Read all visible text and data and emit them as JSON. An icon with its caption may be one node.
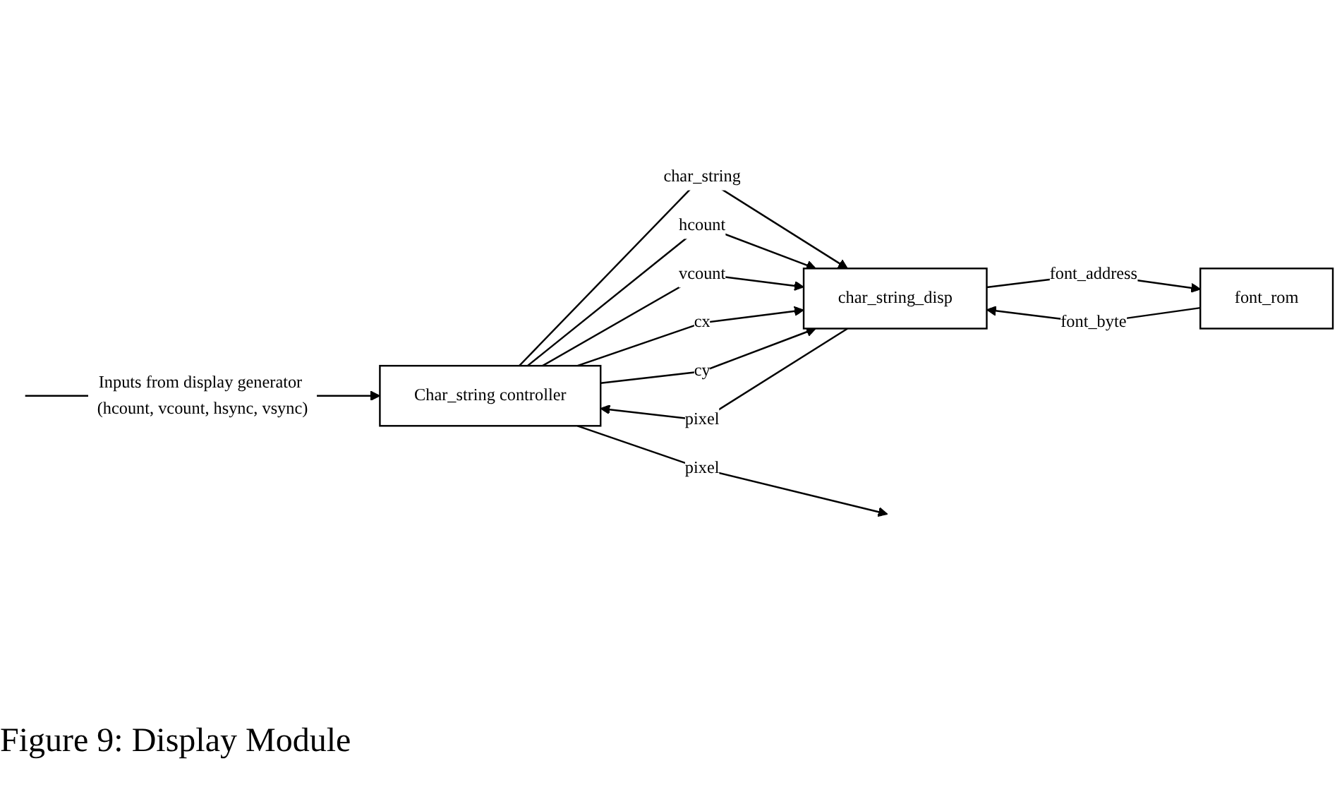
{
  "diagram": {
    "caption": "Figure 9: Display Module",
    "nodes": [
      {
        "text": [
          "Char_string controller"
        ]
      },
      {
        "text": [
          "char_string_disp"
        ]
      },
      {
        "text": [
          "font_rom"
        ]
      }
    ],
    "edges": [
      {
        "from": null,
        "to": 0,
        "arrow": "to",
        "label": "Inputs from display generator (hcount, vcount, hsync, vsync)"
      },
      {
        "from": 0,
        "to": null,
        "arrow": "to",
        "label": "pixel"
      },
      {
        "from": 0,
        "to": 1,
        "arrow": "to",
        "label": "char_string"
      },
      {
        "from": 0,
        "to": 1,
        "arrow": "to",
        "label": "hcount"
      },
      {
        "from": 0,
        "to": 1,
        "arrow": "to",
        "label": "vcount"
      },
      {
        "from": 1,
        "to": 0,
        "arrow": "to",
        "label": "pixel"
      },
      {
        "from": 0,
        "to": 1,
        "arrow": "to",
        "label": "cx"
      },
      {
        "from": 0,
        "to": 1,
        "arrow": "to",
        "label": "cy"
      },
      {
        "from": 1,
        "to": 2,
        "arrow": "to",
        "label": "font_address"
      },
      {
        "from": 2,
        "to": 1,
        "arrow": "to",
        "label": "font_byte"
      }
    ]
  }
}
